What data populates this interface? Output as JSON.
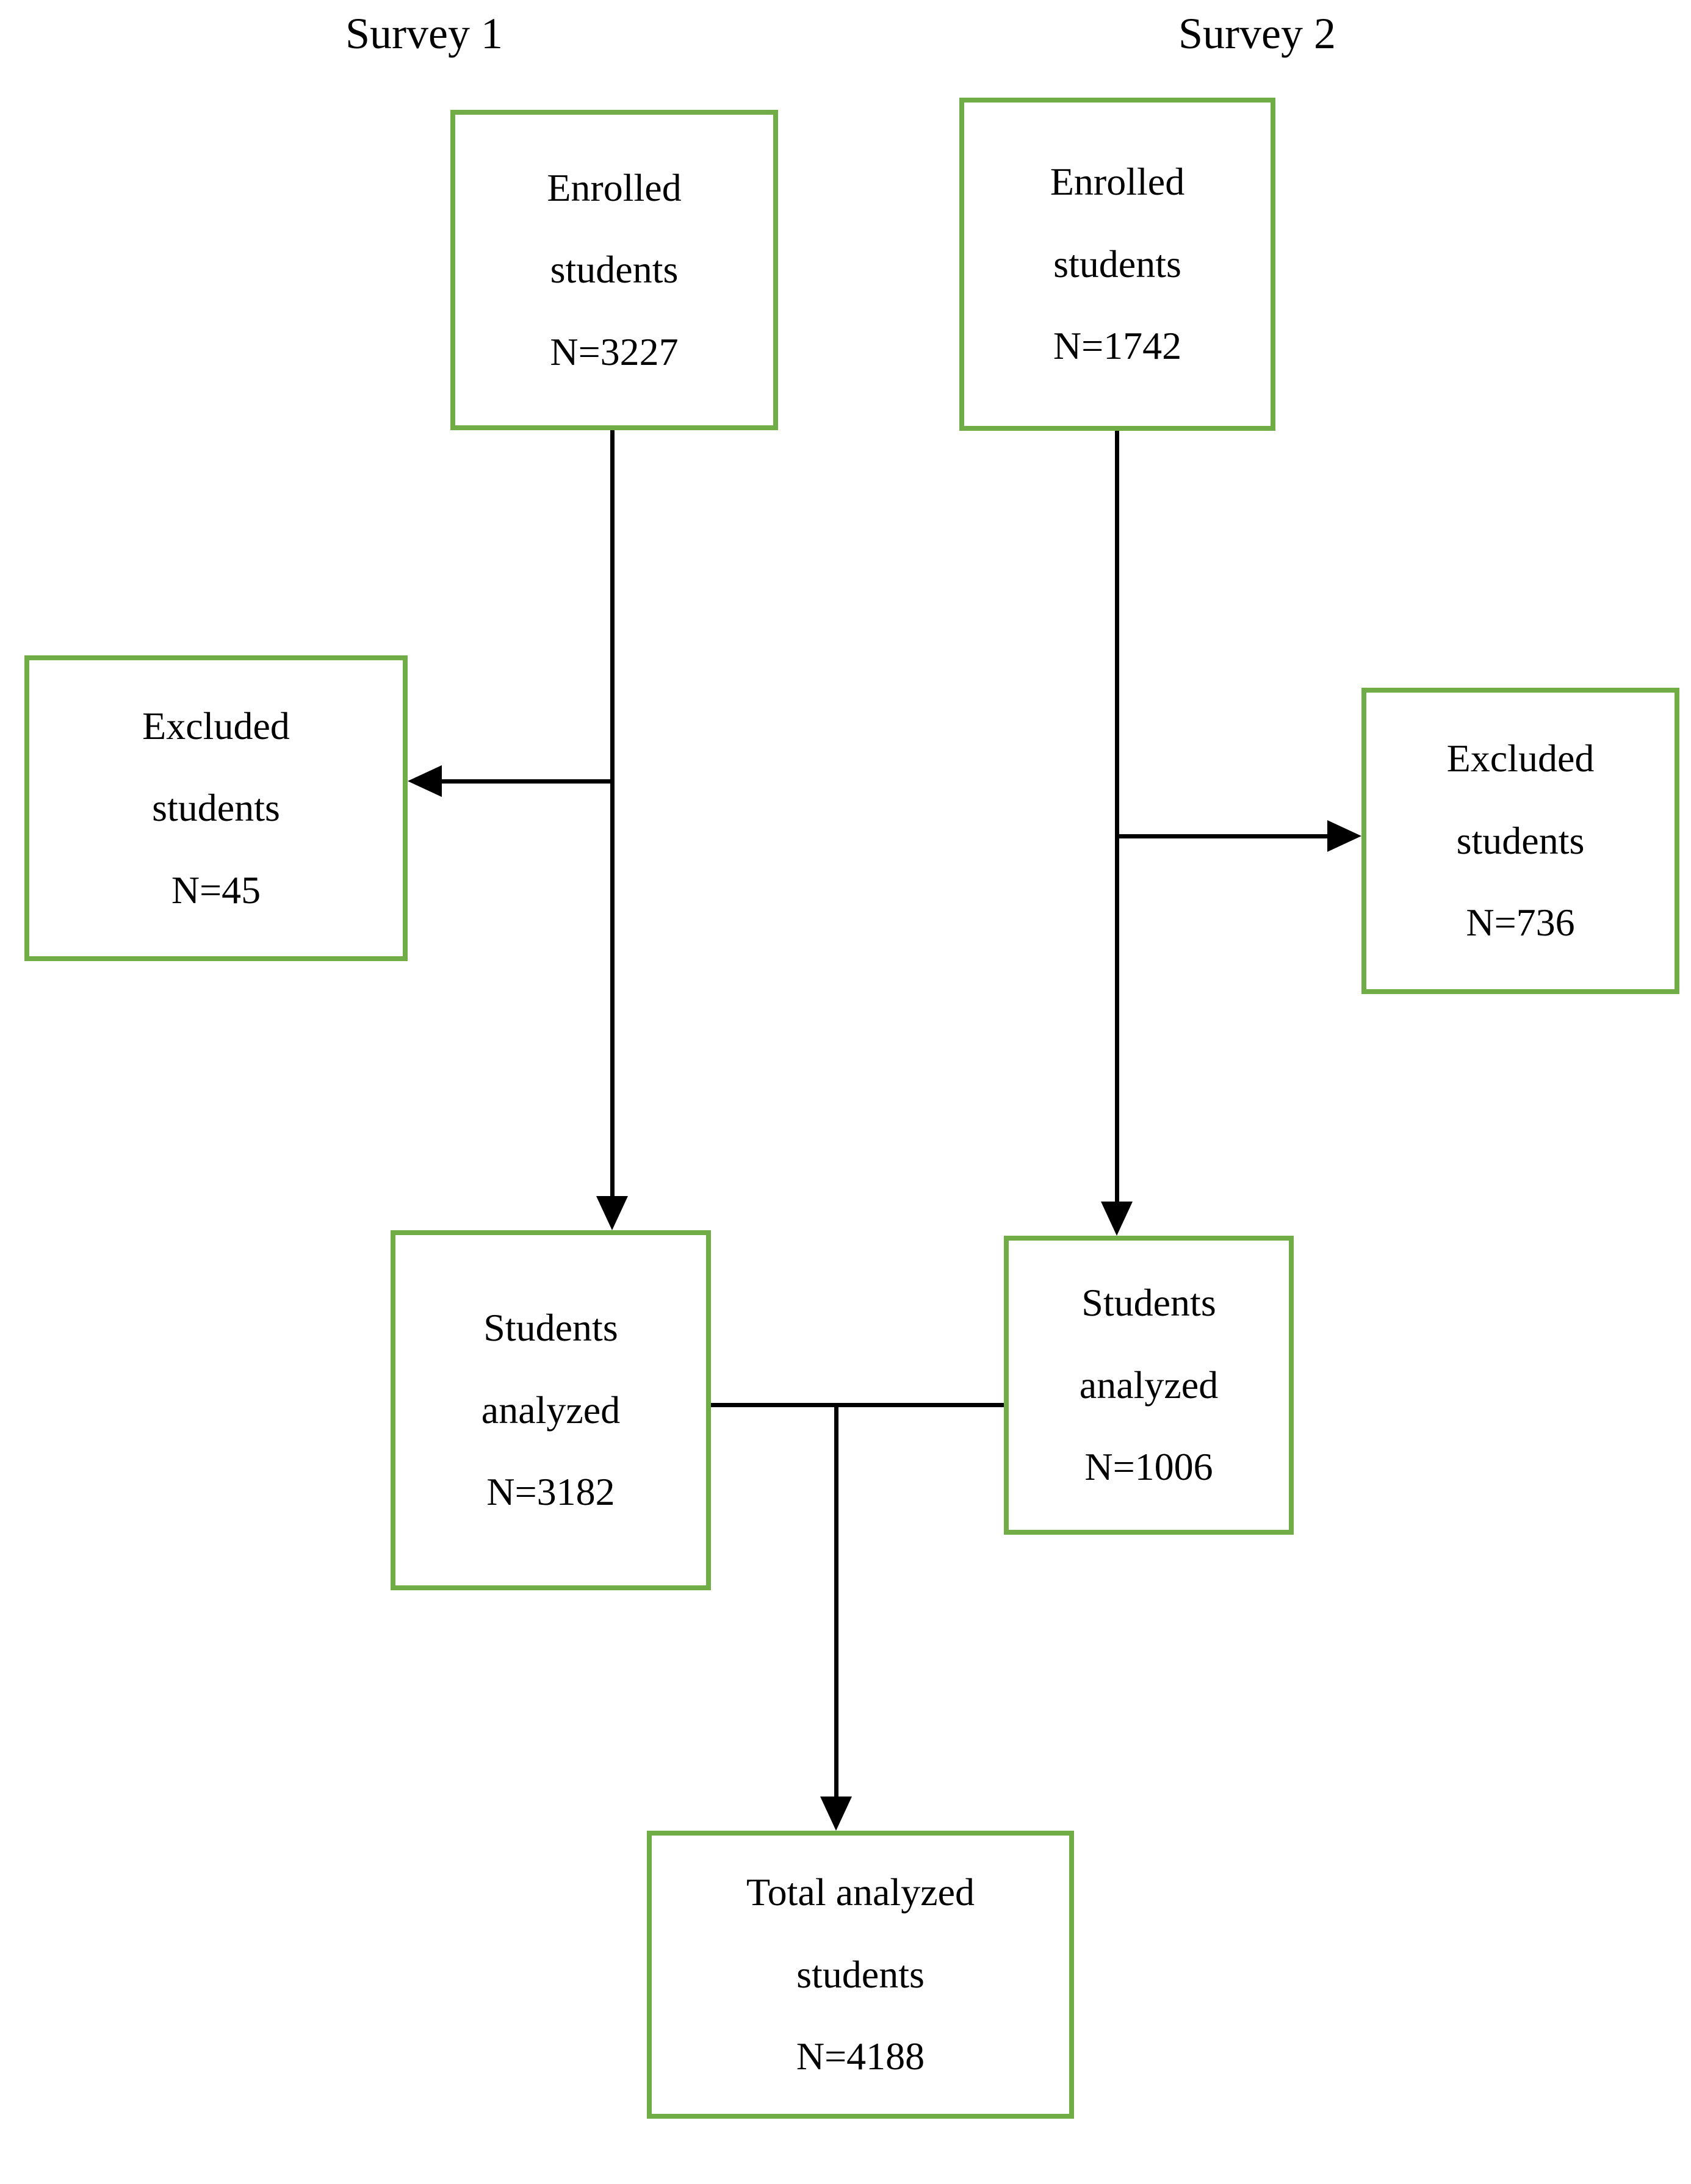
{
  "diagram": {
    "type": "flowchart",
    "titles": [
      {
        "id": "survey1",
        "text": "Survey 1"
      },
      {
        "id": "survey2",
        "text": "Survey 2"
      }
    ],
    "nodes": [
      {
        "id": "enrolled-survey1",
        "column": "Survey 1",
        "lines": [
          "Enrolled",
          "students",
          "N=3227"
        ],
        "n": 3227
      },
      {
        "id": "enrolled-survey2",
        "column": "Survey 2",
        "lines": [
          "Enrolled",
          "students",
          "N=1742"
        ],
        "n": 1742
      },
      {
        "id": "excluded-survey1",
        "column": "Survey 1",
        "lines": [
          "Excluded",
          "students",
          "N=45"
        ],
        "n": 45
      },
      {
        "id": "excluded-survey2",
        "column": "Survey 2",
        "lines": [
          "Excluded",
          "students",
          "N=736"
        ],
        "n": 736
      },
      {
        "id": "analyzed-survey1",
        "column": "Survey 1",
        "lines": [
          "Students",
          "analyzed",
          "N=3182"
        ],
        "n": 3182
      },
      {
        "id": "analyzed-survey2",
        "column": "Survey 2",
        "lines": [
          "Students",
          "analyzed",
          "N=1006"
        ],
        "n": 1006
      },
      {
        "id": "total-analyzed",
        "column": "combined",
        "lines": [
          "Total analyzed",
          "students",
          "N=4188"
        ],
        "n": 4188
      }
    ],
    "edges": [
      {
        "from": "enrolled-survey1",
        "to": "analyzed-survey1",
        "style": "arrow-down"
      },
      {
        "from": "enrolled-survey1",
        "to": "excluded-survey1",
        "style": "arrow-left-branch"
      },
      {
        "from": "enrolled-survey2",
        "to": "analyzed-survey2",
        "style": "arrow-down"
      },
      {
        "from": "enrolled-survey2",
        "to": "excluded-survey2",
        "style": "arrow-right-branch"
      },
      {
        "from": "analyzed-survey1",
        "to": "total-analyzed",
        "style": "arrow-down-merge"
      },
      {
        "from": "analyzed-survey2",
        "to": "total-analyzed",
        "style": "arrow-down-merge"
      }
    ],
    "colors": {
      "box_border": "#70ad47",
      "connector": "#000000",
      "text": "#000000",
      "background": "#ffffff"
    }
  }
}
